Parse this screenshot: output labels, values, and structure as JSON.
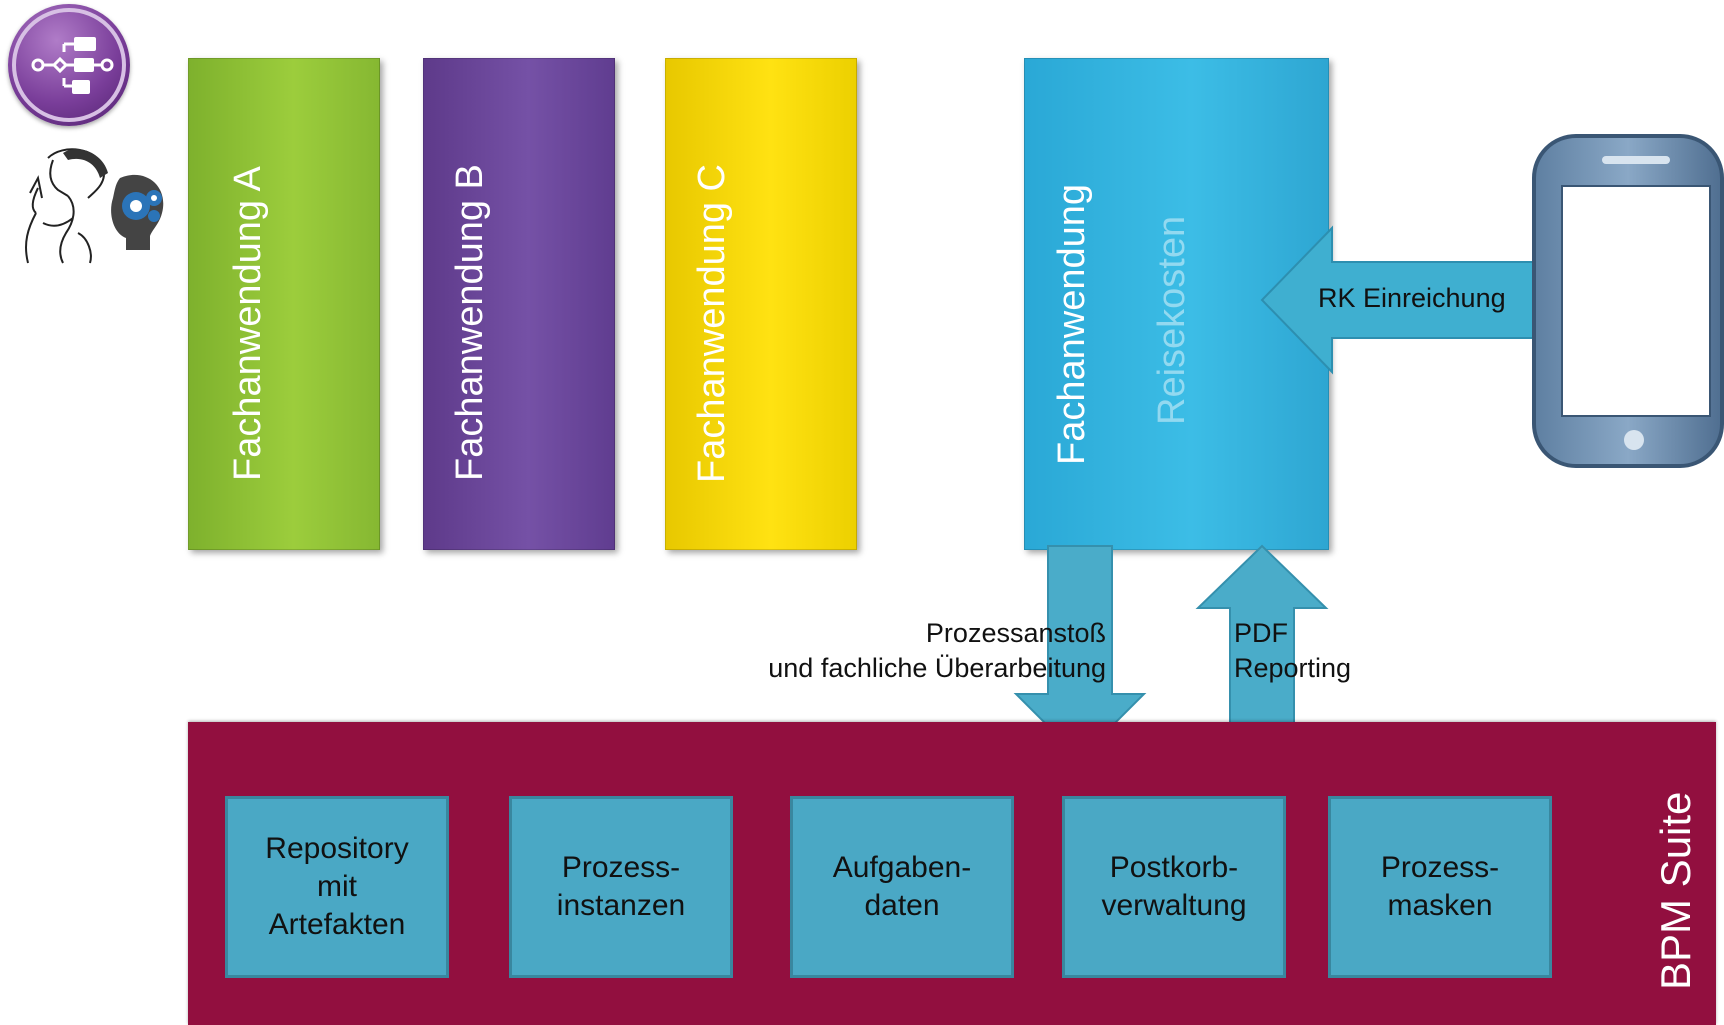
{
  "icons": {
    "top_icon": "bpm-process-icon",
    "second_icon": "thinker-gears-icon",
    "phone_icon": "smartphone-icon"
  },
  "applications": [
    {
      "title": "Fachanwendung A",
      "color": "#8dc035"
    },
    {
      "title": "Fachanwendung B",
      "color": "#6a4799"
    },
    {
      "title": "Fachanwendung C",
      "color": "#f9dc0a"
    },
    {
      "title": "Fachanwendung",
      "subtitle": "Reisekosten",
      "color": "#35b3df"
    }
  ],
  "arrows": {
    "mobile_to_app": "RK Einreichung",
    "app_to_bpm_line1": "Prozessanstoß",
    "app_to_bpm_line2": "und fachliche Überarbeitung",
    "bpm_to_app_line1": "PDF",
    "bpm_to_app_line2": "Reporting"
  },
  "bpm_suite": {
    "title": "BPM Suite",
    "color": "#920f3f",
    "modules": [
      "Repository\nmit\nArtefakten",
      "Prozess-\ninstanzen",
      "Aufgaben-\ndaten",
      "Postkorb-\nverwaltung",
      "Prozess-\nmasken"
    ]
  }
}
